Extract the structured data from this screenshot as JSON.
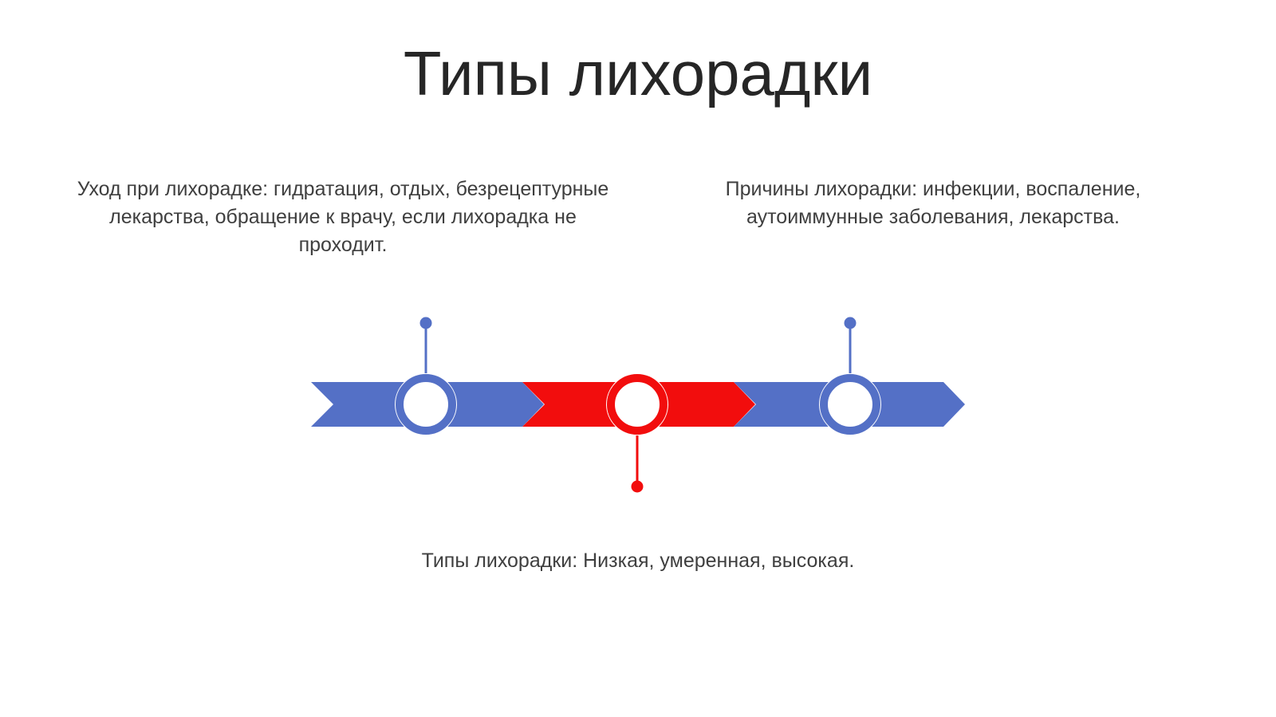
{
  "slide": {
    "title": "Типы лихорадки",
    "items": [
      {
        "text": "Уход при лихорадке: гидратация, отдых, безрецептурные лекарства, обращение к врачу, если лихорадка не проходит.",
        "color": "#5470c6"
      },
      {
        "text": "Типы лихорадки:  Низкая, умеренная, высокая.",
        "color": "#f20d0d"
      },
      {
        "text": "Причины лихорадки: инфекции, воспаление, аутоиммунные заболевания, лекарства.",
        "color": "#5470c6"
      }
    ]
  },
  "colors": {
    "blue": "#5470c6",
    "red": "#f20d0d",
    "text": "#3f3f3f",
    "title": "#262626"
  }
}
